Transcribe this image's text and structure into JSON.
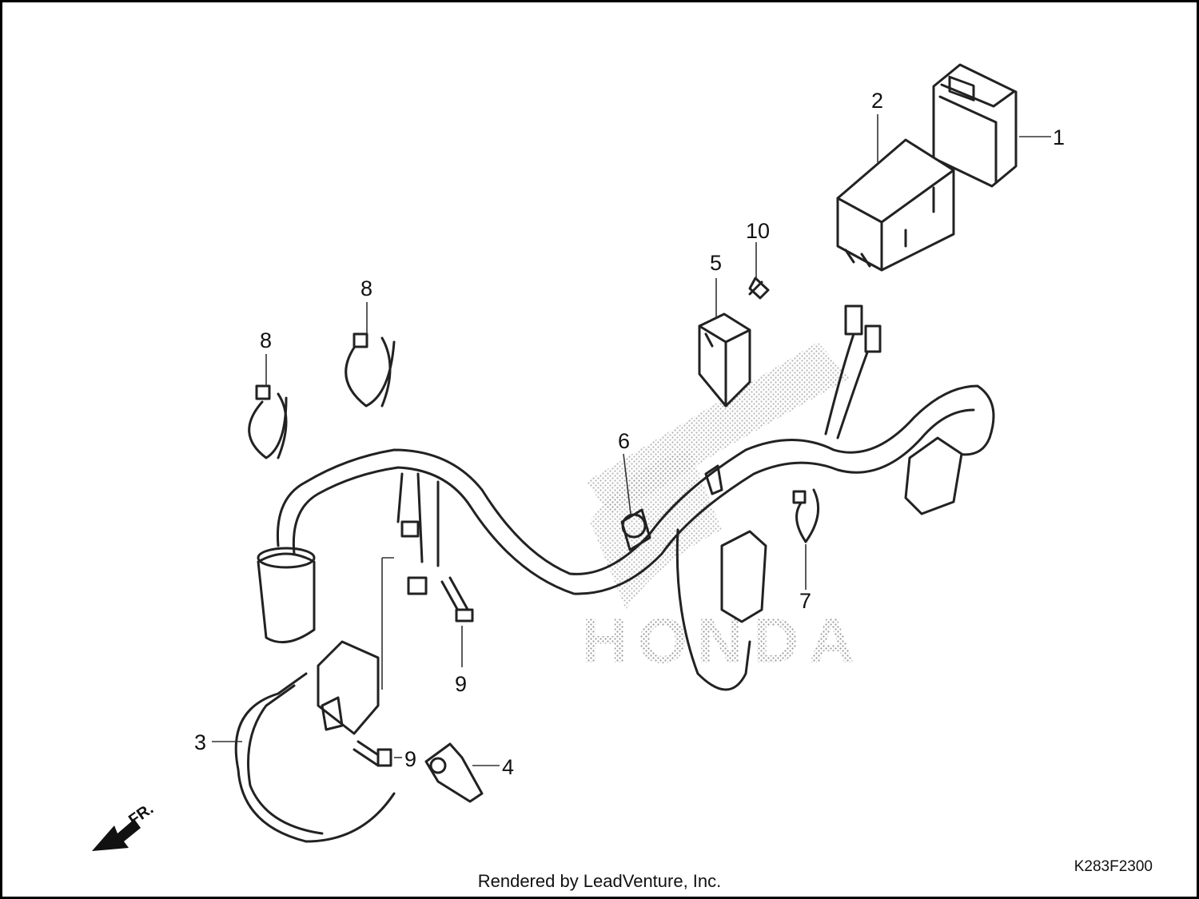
{
  "diagram": {
    "callouts": [
      {
        "id": "1",
        "label": "1"
      },
      {
        "id": "2",
        "label": "2"
      },
      {
        "id": "3",
        "label": "3"
      },
      {
        "id": "4",
        "label": "4"
      },
      {
        "id": "5",
        "label": "5"
      },
      {
        "id": "6",
        "label": "6"
      },
      {
        "id": "7",
        "label": "7"
      },
      {
        "id": "8a",
        "label": "8"
      },
      {
        "id": "8b",
        "label": "8"
      },
      {
        "id": "9a",
        "label": "9"
      },
      {
        "id": "9b",
        "label": "9"
      },
      {
        "id": "10",
        "label": "10"
      }
    ],
    "direction_label": "FR.",
    "watermark": "HONDA"
  },
  "footer": {
    "rendered_by": "Rendered by LeadVenture, Inc.",
    "figure_code": "K283F2300"
  }
}
